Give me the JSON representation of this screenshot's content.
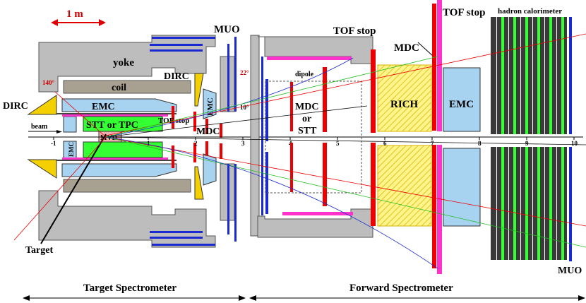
{
  "scale_bar": "1 m",
  "labels": {
    "yoke": "yoke",
    "coil": "coil",
    "dirc_left": "DIRC",
    "dirc_mid": "DIRC",
    "emc_barrel": "EMC",
    "emc_endcap_top": "EMC",
    "emc_endcap_bottom": "EMC",
    "stt_tpc": "STT or TPC",
    "mvd": "MVD",
    "beam": "beam",
    "target": "Target",
    "tof_stop_target": "TOF stop",
    "mdc_target": "MDC",
    "muo_top": "MUO",
    "angle_140": "140°",
    "angle_22": "22°",
    "angle_10": "10°",
    "tof_stop_forward": "TOF stop",
    "dipole": "dipole",
    "mdc_or_stt": [
      "MDC",
      "or",
      "STT"
    ],
    "mdc_forward": "MDC",
    "rich": "RICH",
    "emc_forward": "EMC",
    "tof_stop_right": "TOF stop",
    "hadron_calorimeter": "hadron calorimeter",
    "muo_bottom": "MUO",
    "target_spectrometer": "Target Spectrometer",
    "forward_spectrometer": "Forward Spectrometer"
  },
  "axis_ticks": [
    "-1",
    "1",
    "2",
    "3",
    "4",
    "5",
    "6",
    "7",
    "8",
    "9",
    "10"
  ],
  "colors": {
    "yoke": "#bdbdbd",
    "coil": "#a8a090",
    "emc": "#a7d2f0",
    "stt": "#33ff33",
    "dirc": "#f5d000",
    "magenta": "#ff33cc",
    "red": "#ee0000",
    "blue": "#1a2ad0",
    "rich": "#fff58a",
    "hcal": "#3a3a3a",
    "mvd": "#f0b0b0"
  }
}
